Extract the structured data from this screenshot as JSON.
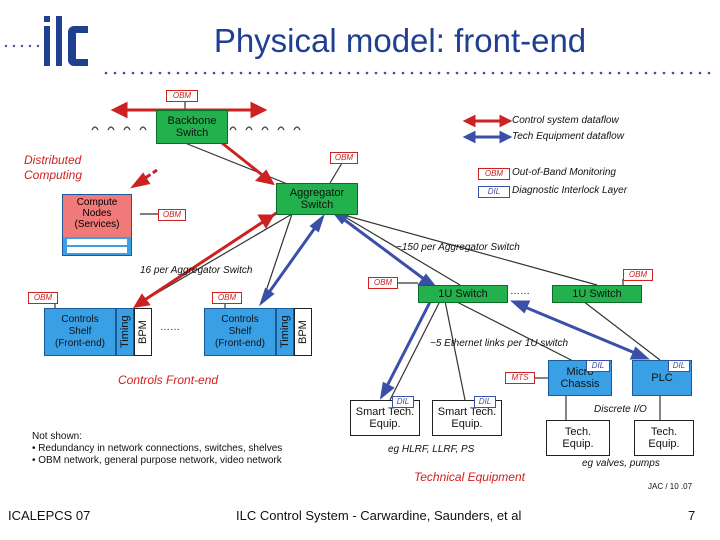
{
  "title": "Physical model: front-end",
  "logo": {
    "text": "ilc"
  },
  "legend": {
    "control": "Control system dataflow",
    "tech": "Tech Equipment dataflow",
    "obm_tag": "OBM",
    "obm_desc": "Out-of-Band Monitoring",
    "dil_tag": "DIL",
    "dil_desc": "Diagnostic Interlock Layer"
  },
  "labels": {
    "distributed": "Distributed\nComputing",
    "controls_frontend": "Controls Front-end",
    "technical_equipment": "Technical Equipment",
    "per_agg_150": "~150 per Aggregator Switch",
    "per_agg_16": "16 per Aggregator Switch",
    "eth_links": "~5 Ethernet links per 1U switch",
    "discrete_io": "Discrete I/O",
    "eg_hlrf": "eg HLRF, LLRF, PS",
    "eg_valves": "eg valves, pumps",
    "jac": "JAC / 10 .07",
    "dots1": "……",
    "dots2": "……",
    "dots3": "……"
  },
  "boxes": {
    "backbone": "Backbone\nSwitch",
    "aggregator": "Aggregator\nSwitch",
    "compute": "Compute\nNodes\n(Services)",
    "shell_left": "Controls\nShelf\n(Front-end)",
    "shell_right": "Controls\nShelf\n(Front-end)",
    "timing": "Timing",
    "bpm": "BPM",
    "onu_left": "1U Switch",
    "onu_right": "1U Switch",
    "micro": "Micro\nChassis",
    "plc": "PLC",
    "mts": "MTS",
    "smart1": "Smart Tech.\nEquip.",
    "smart2": "Smart Tech.\nEquip.",
    "tech1": "Tech.\nEquip.",
    "tech2": "Tech.\nEquip."
  },
  "tags": {
    "obm": "OBM",
    "dil": "DIL"
  },
  "not_shown": {
    "head": "Not shown:",
    "items": [
      "• Redundancy in network connections, switches, shelves",
      "• OBM network, general purpose network, video network"
    ]
  },
  "footer": {
    "left": "ICALEPCS 07",
    "center": "ILC Control System - Carwardine, Saunders, et al",
    "page": "7"
  },
  "colors": {
    "title": "#1f3f8f",
    "green": "#22b14c",
    "blue": "#3aa0e6",
    "red": "#cc2222",
    "navy": "#3a4fa8"
  }
}
